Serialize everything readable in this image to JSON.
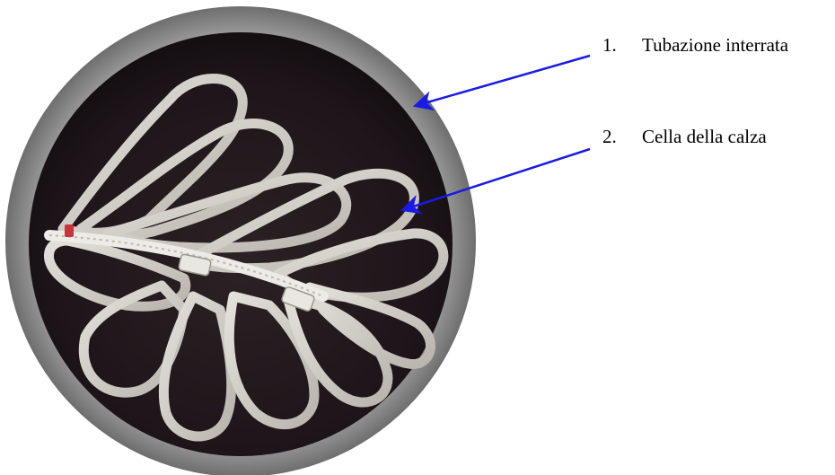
{
  "callouts": [
    {
      "number": "1.",
      "text": "Tubazione interrata",
      "target": "outer pipe wall"
    },
    {
      "number": "2.",
      "text": "Cella della calza",
      "target": "fabric liner cell"
    }
  ],
  "colors": {
    "pipe_wall": "#8a8a8a",
    "pipe_interior": "#231a1e",
    "fabric": "#d6d2cc",
    "arrow": "#1a1ae6",
    "marker_red": "#c8343a"
  }
}
